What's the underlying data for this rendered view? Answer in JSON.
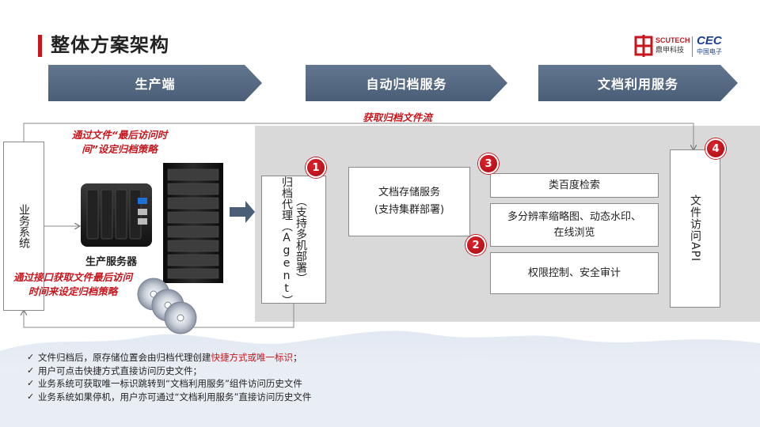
{
  "title": "整体方案架构",
  "logo": {
    "brand_en": "SCUTECH",
    "brand_cn": "鼎甲科技",
    "partner_en": "CEC",
    "partner_cn": "中国电子"
  },
  "headers": {
    "production": "生产端",
    "auto_archive": "自动归档服务",
    "doc_use": "文档利用服务"
  },
  "flow_label": "获取归档文件流",
  "notes": {
    "top_line1": "通过文件“最后访问时",
    "top_line2": "间”设定归档策略",
    "bottom_line1": "通过接口获取文件最后访问",
    "bottom_line2": "时间来设定归档策略"
  },
  "business_system": "业务系统",
  "server_label": "生产服务器",
  "agent": {
    "col1": "归档代理（Agent）",
    "col2": "（支持多机部署）"
  },
  "storage": {
    "line1": "文档存储服务",
    "line2": "(支持集群部署)"
  },
  "services": {
    "search": "类百度检索",
    "preview_line1": "多分辨率缩略图、动态水印、",
    "preview_line2": "在线浏览",
    "permission": "权限控制、安全审计"
  },
  "api": "文件访问API",
  "badges": [
    "1",
    "2",
    "3",
    "4"
  ],
  "bullets": {
    "b1_pre": "文件归档后，原存储位置会由归档代理创建",
    "b1_hl": "快捷方式或唯一标识",
    "b1_post": "；",
    "b2": "用户可点击快捷方式直接访问历史文件；",
    "b3": "业务系统可获取唯一标识跳转到“文档利用服务”组件访问历史文件",
    "b4": "业务系统如果停机，用户亦可通过“文档利用服务”直接访问历史文件"
  },
  "colors": {
    "accent_red": "#c8161d",
    "header_blue": "#566a84",
    "panel_gray": "#d9d9d9"
  }
}
